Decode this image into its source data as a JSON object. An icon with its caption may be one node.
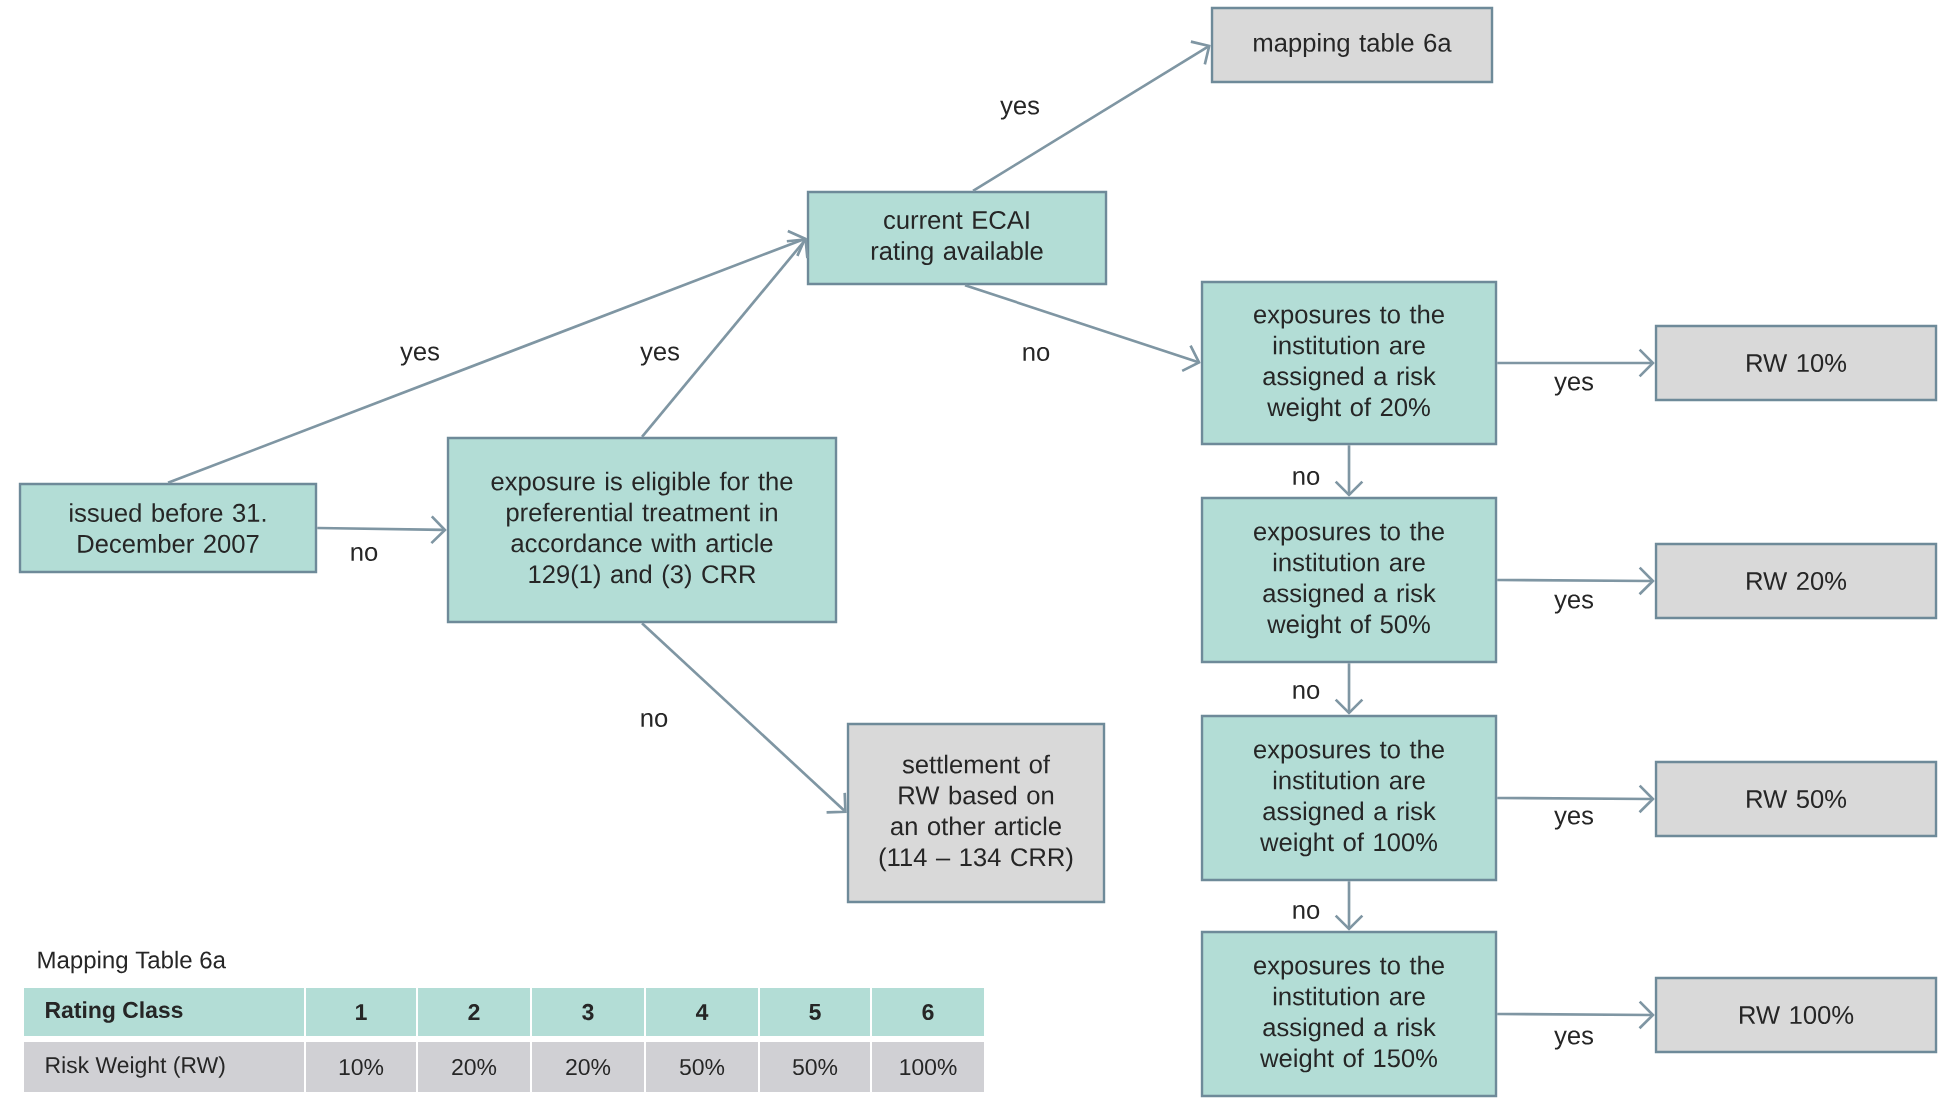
{
  "diagram": {
    "nodes": [
      {
        "text": [
          "issued before 31. December 2007"
        ]
      },
      {
        "text": [
          "exposure is eligible for the preferential treatment in accordance with article 129(1) and (3) CRR"
        ]
      },
      {
        "text": [
          "current ECAI rating available"
        ]
      },
      {
        "text": [
          "mapping table 6a"
        ]
      },
      {
        "text": [
          "settlement of RW based on an other article (114 – 134 CRR)"
        ]
      },
      {
        "text": [
          "exposures to the institution are assigned a risk weight of 20%"
        ]
      },
      {
        "text": [
          "RW 10%"
        ]
      },
      {
        "text": [
          "exposures to the institution are assigned a risk weight of 50%"
        ]
      },
      {
        "text": [
          "RW 20%"
        ]
      },
      {
        "text": [
          "exposures to the institution are assigned a risk weight of 100%"
        ]
      },
      {
        "text": [
          "RW 50%"
        ]
      },
      {
        "text": [
          "exposures to the institution are assigned a risk weight of 150%"
        ]
      },
      {
        "text": [
          "RW 100%"
        ]
      }
    ],
    "edges": [
      {
        "from": 0,
        "to": 2,
        "arrow": "to",
        "label": "yes"
      },
      {
        "from": 0,
        "to": 1,
        "arrow": "to",
        "label": "no"
      },
      {
        "from": 1,
        "to": 2,
        "arrow": "to",
        "label": "yes"
      },
      {
        "from": 1,
        "to": 4,
        "arrow": "to",
        "label": "no"
      },
      {
        "from": 2,
        "to": 3,
        "arrow": "to",
        "label": "yes"
      },
      {
        "from": 2,
        "to": 5,
        "arrow": "to",
        "label": "no"
      },
      {
        "from": 5,
        "to": 6,
        "arrow": "to",
        "label": "yes"
      },
      {
        "from": 5,
        "to": 7,
        "arrow": "to",
        "label": "no"
      },
      {
        "from": 7,
        "to": 8,
        "arrow": "to",
        "label": "yes"
      },
      {
        "from": 7,
        "to": 9,
        "arrow": "to",
        "label": "no"
      },
      {
        "from": 9,
        "to": 10,
        "arrow": "to",
        "label": "yes"
      },
      {
        "from": 9,
        "to": 11,
        "arrow": "to",
        "label": "no"
      },
      {
        "from": 11,
        "to": 12,
        "arrow": "to",
        "label": "yes"
      }
    ],
    "labels": [
      "Mapping Table 6a",
      "Rating Class",
      "1",
      "2",
      "3",
      "4",
      "5",
      "6",
      "Risk Weight (RW)",
      "10%",
      "20%",
      "20%",
      "50%",
      "50%",
      "100%"
    ]
  }
}
